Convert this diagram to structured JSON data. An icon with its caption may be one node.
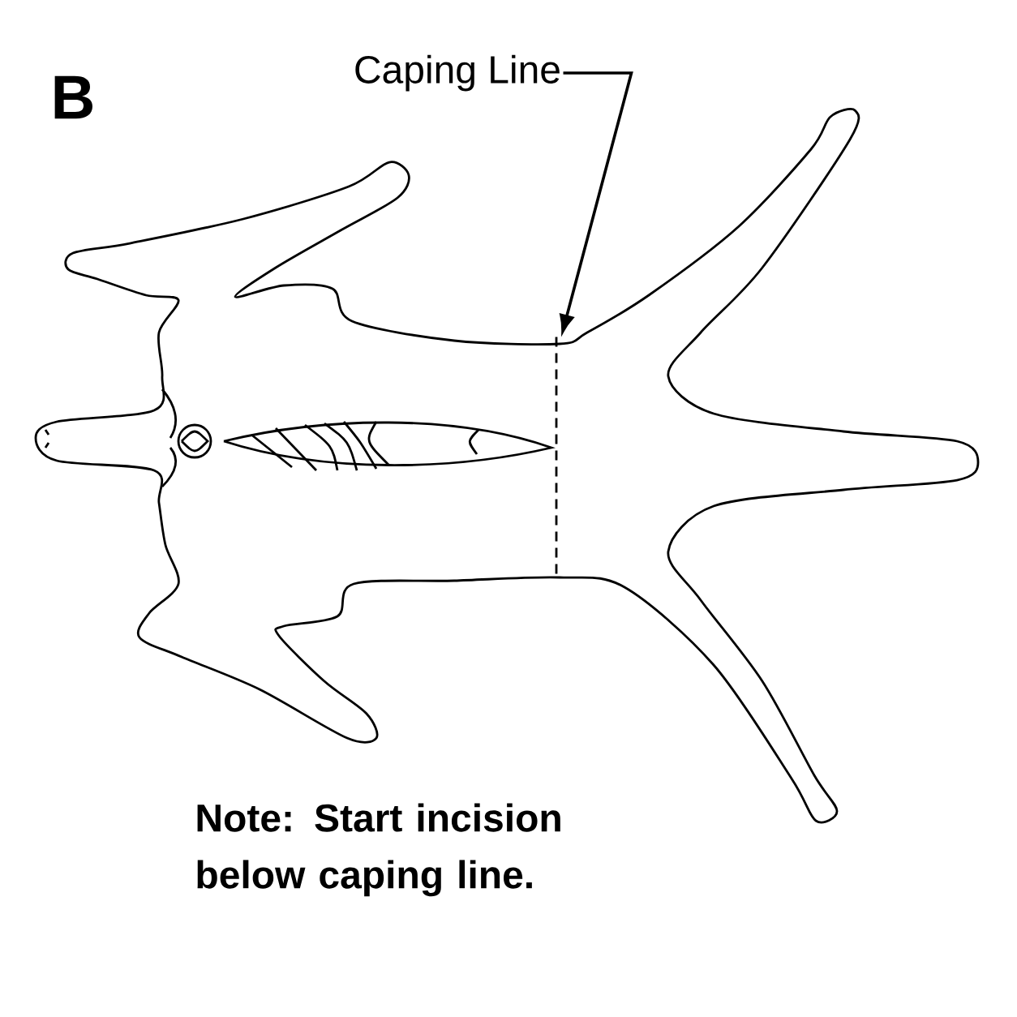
{
  "diagram": {
    "nodes": [
      {
        "text": [
          "Caping Line"
        ]
      },
      {
        "text": [],
        "shape": "line"
      }
    ],
    "edges": [
      {
        "from": 0,
        "to": 1,
        "arrow": "to"
      }
    ],
    "labels": [
      "B",
      "Note: Start incision below caping line."
    ]
  }
}
